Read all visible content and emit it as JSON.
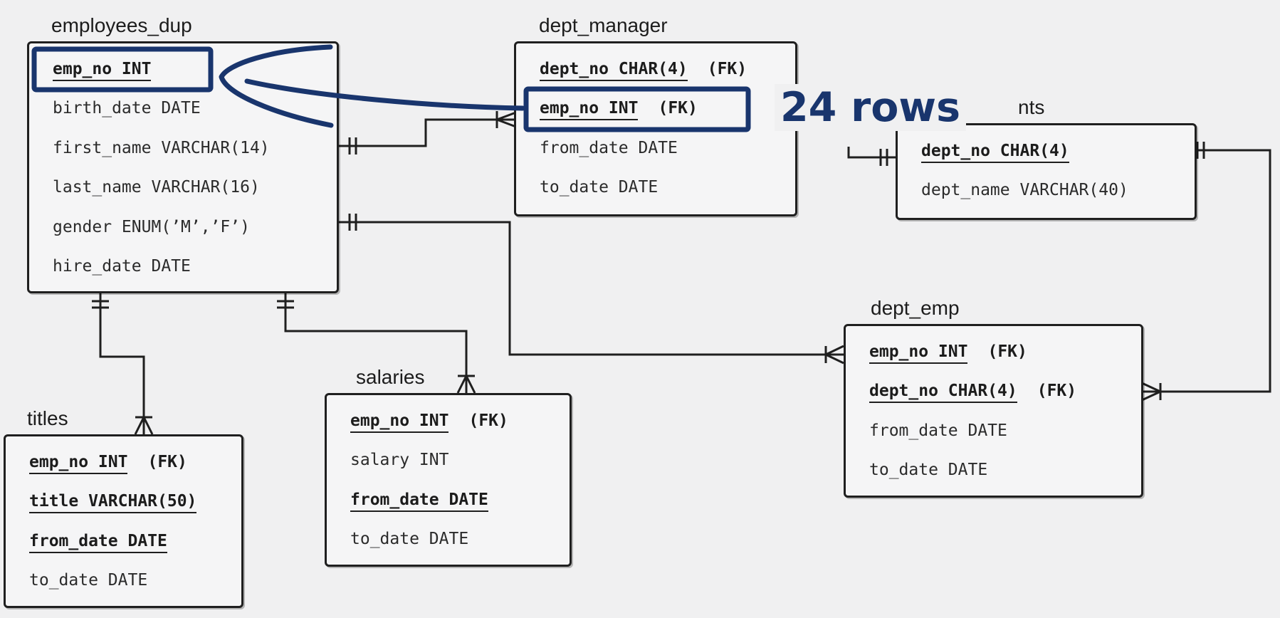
{
  "tables": {
    "employees_dup": {
      "title": "employees_dup",
      "rows": [
        {
          "col": "emp_no INT",
          "fk": ""
        },
        {
          "col": "birth_date DATE",
          "fk": ""
        },
        {
          "col": "first_name VARCHAR(14)",
          "fk": ""
        },
        {
          "col": "last_name VARCHAR(16)",
          "fk": ""
        },
        {
          "col": "gender ENUM(’M’,’F’)",
          "fk": ""
        },
        {
          "col": "hire_date DATE",
          "fk": ""
        }
      ]
    },
    "dept_manager": {
      "title": "dept_manager",
      "rows": [
        {
          "col": "dept_no CHAR(4)",
          "fk": "(FK)"
        },
        {
          "col": "emp_no INT",
          "fk": "(FK)"
        },
        {
          "col": "from_date DATE",
          "fk": ""
        },
        {
          "col": "to_date DATE",
          "fk": ""
        }
      ]
    },
    "departments": {
      "title": "nts",
      "rows": [
        {
          "col": "dept_no CHAR(4)",
          "fk": ""
        },
        {
          "col": "dept_name VARCHAR(40)",
          "fk": ""
        }
      ]
    },
    "dept_emp": {
      "title": "dept_emp",
      "rows": [
        {
          "col": "emp_no INT",
          "fk": "(FK)"
        },
        {
          "col": "dept_no CHAR(4)",
          "fk": "(FK)"
        },
        {
          "col": "from_date DATE",
          "fk": ""
        },
        {
          "col": "to_date DATE",
          "fk": ""
        }
      ]
    },
    "salaries": {
      "title": "salaries",
      "rows": [
        {
          "col": "emp_no INT",
          "fk": "(FK)"
        },
        {
          "col": "salary INT",
          "fk": ""
        },
        {
          "col": "from_date DATE",
          "fk": ""
        },
        {
          "col": "to_date DATE",
          "fk": ""
        }
      ]
    },
    "titles": {
      "title": "titles",
      "rows": [
        {
          "col": "emp_no INT",
          "fk": "(FK)"
        },
        {
          "col": "title VARCHAR(50)",
          "fk": ""
        },
        {
          "col": "from_date DATE",
          "fk": ""
        },
        {
          "col": "to_date DATE",
          "fk": ""
        }
      ]
    }
  },
  "overlay": {
    "label": "24 rows",
    "ink_color": "#19356d"
  },
  "colors": {
    "line": "#1f1f1f",
    "background": "#f0f0f1"
  }
}
